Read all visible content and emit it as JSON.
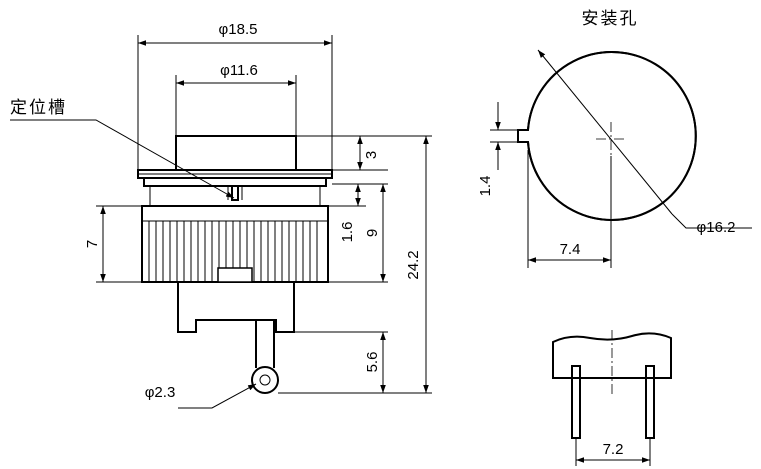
{
  "colors": {
    "line": "#000000",
    "background": "#ffffff"
  },
  "labels": {
    "locating_slot": "定位槽",
    "mounting_hole": "安装孔"
  },
  "dimensions": {
    "d_flange": "φ18.5",
    "d_cap": "φ11.6",
    "d_pin": "φ2.3",
    "cap_height": "3",
    "slot_depth": "1.6",
    "body_height": "9",
    "total_height": "24.2",
    "ring_height": "7",
    "terminal_length": "5.6",
    "hole_key": "1.4",
    "hole_offset": "7.4",
    "hole_diameter": "φ16.2",
    "pin_spacing": "7.2"
  }
}
